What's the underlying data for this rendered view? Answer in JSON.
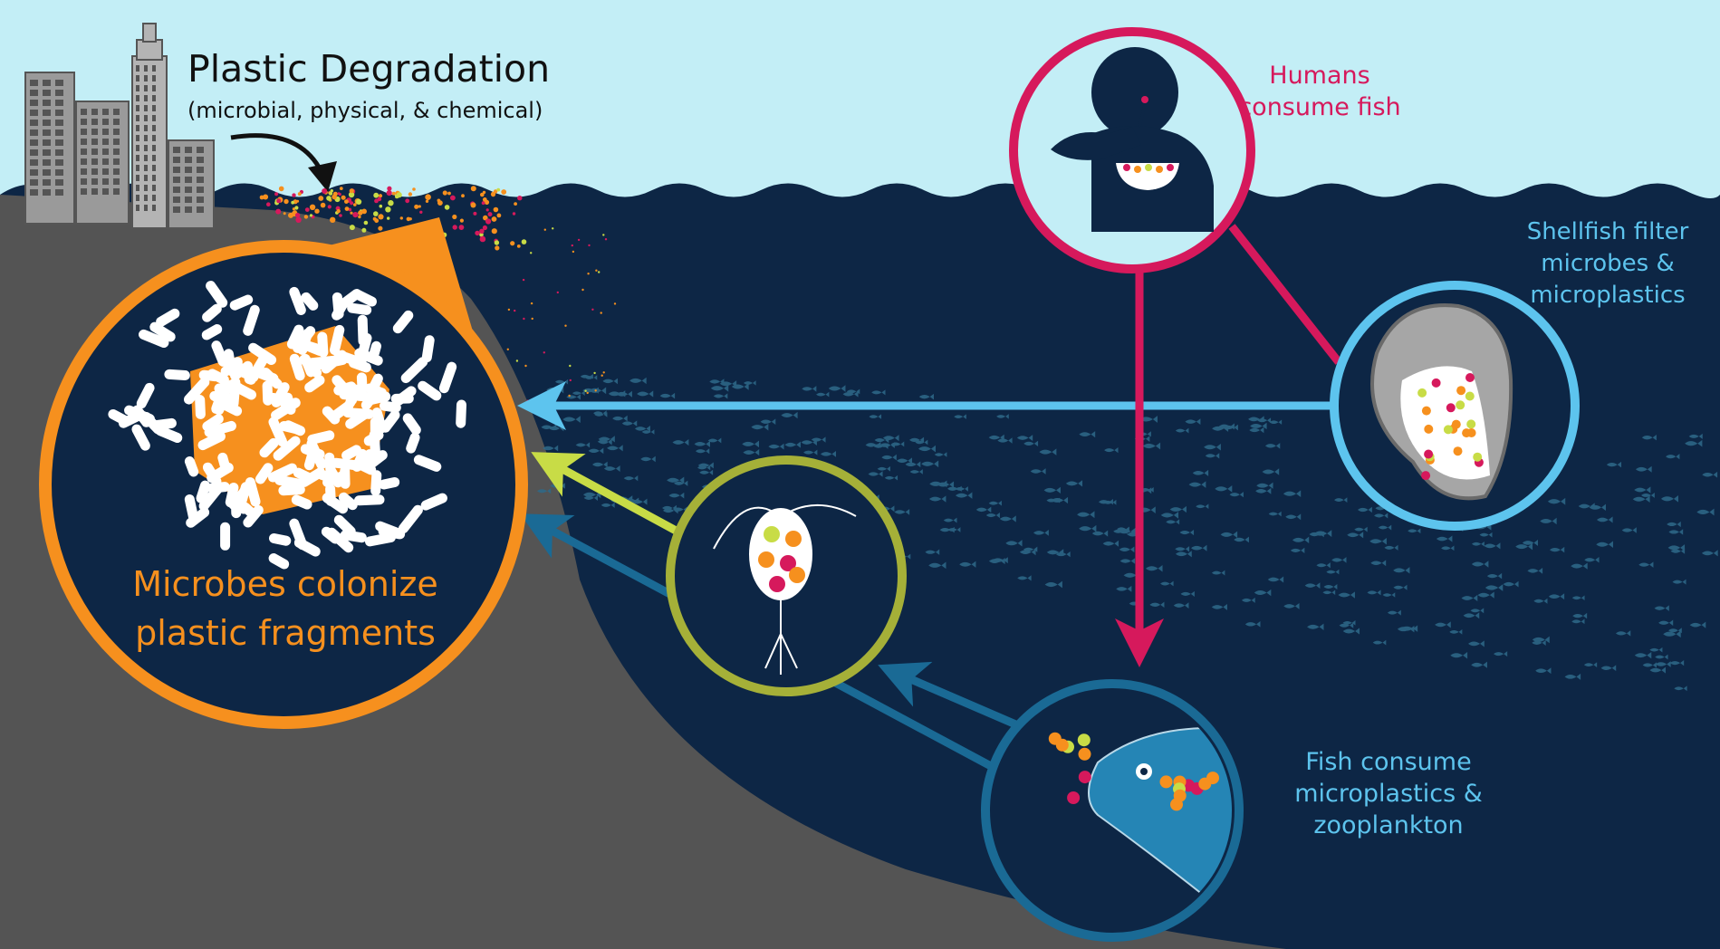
{
  "title": "Plastic Degradation",
  "subtitle": "(microbial, physical, & chemical)",
  "labels": {
    "humans": "Humans consume fish",
    "shellfish": "Shellfish filter microbes & microplastics",
    "fish": "Fish consume microplastics & zooplankton",
    "microbes": "Microbes colonize plastic fragments"
  },
  "colors": {
    "sky": "#c3eef6",
    "ocean": "#0d2645",
    "seafloor": "#545454",
    "orange": "#f6901e",
    "magenta": "#d6195c",
    "light_blue": "#5dc4ee",
    "olive": "#a5b038",
    "lime": "#c8dc46",
    "teal": "#1a6a95"
  },
  "icons": [
    "city-buildings-icon",
    "curved-arrow-icon",
    "person-eating-icon",
    "oyster-icon",
    "zooplankton-icon",
    "fish-icon",
    "microbe-plastic-icon",
    "fish-school-icon"
  ]
}
